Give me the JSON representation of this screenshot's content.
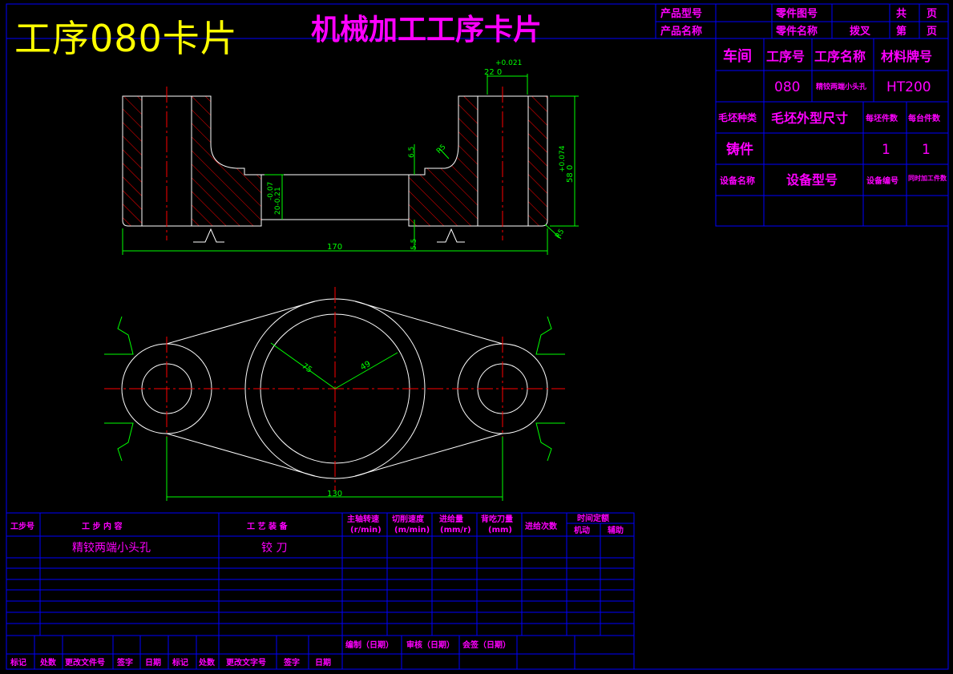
{
  "header": {
    "card_title": "工序080卡片",
    "main_title": "机械加工工序卡片",
    "product_model_label": "产品型号",
    "product_name_label": "产品名称",
    "part_drawing_label": "零件图号",
    "part_name_label": "零件名称",
    "part_name_value": "拨叉",
    "total_label": "共",
    "page_label_1": "页",
    "page_no_label": "第",
    "page_label_2": "页"
  },
  "info_table": {
    "workshop_label": "车间",
    "process_no_label": "工序号",
    "process_name_label": "工序名称",
    "material_label": "材料牌号",
    "process_no_value": "080",
    "process_name_value": "精铰两端小头孔",
    "material_value": "HT200",
    "blank_type_label": "毛坯种类",
    "blank_size_label": "毛坯外型尺寸",
    "per_blank_label": "每坯件数",
    "per_unit_label": "每台件数",
    "blank_type_value": "铸件",
    "per_blank_value": "1",
    "per_unit_value": "1",
    "equipment_name_label": "设备名称",
    "equipment_model_label": "设备型号",
    "equipment_no_label": "设备编号",
    "simultaneous_label": "同时加工件数"
  },
  "drawing": {
    "dim_tol_top": "+0.021",
    "dim_22": "22  0",
    "dim_65": "6.5",
    "dim_r5_a": "R5",
    "dim_tol_right": "+0.074",
    "dim_58": "58  0",
    "dim_tol_left": "-0.07",
    "dim_20": "20-0.21",
    "dim_r5_b": "R5",
    "dim_55": "5.5",
    "dim_170": "170",
    "dim_r75": "75",
    "dim_r49": "49",
    "dim_130": "130"
  },
  "steps_table": {
    "step_no_label": "工步号",
    "step_content_label": "工 步 内 容",
    "equipment_label": "工 艺 装 备",
    "spindle_speed_label": "主轴转速",
    "spindle_speed_unit": "(r/min)",
    "cutting_speed_label": "切削速度",
    "cutting_speed_unit": "(m/min)",
    "feed_label": "进给量",
    "feed_unit": "(mm/r)",
    "depth_label": "背吃刀量",
    "depth_unit": "(mm)",
    "passes_label": "进给次数",
    "time_quota_label": "时间定额",
    "machine_time_label": "机动",
    "aux_time_label": "辅助",
    "step1_content": "精铰两端小头孔",
    "step1_tool": "铰 刀",
    "compiled_label": "编制（日期）",
    "reviewed_label": "审核（日期）",
    "countersign_label": "会签（日期）",
    "footer": [
      "标记",
      "处数",
      "更改文件号",
      "签字",
      "日期",
      "标记",
      "处数",
      "更改文字号",
      "签字",
      "日期"
    ]
  },
  "colors": {
    "frame": "#0000ff",
    "label": "#ff00ff",
    "title": "#ffff00",
    "geometry": "#ffffff",
    "dimension": "#00ff00",
    "center_line": "#ff0000",
    "hatch": "#ff0000"
  }
}
